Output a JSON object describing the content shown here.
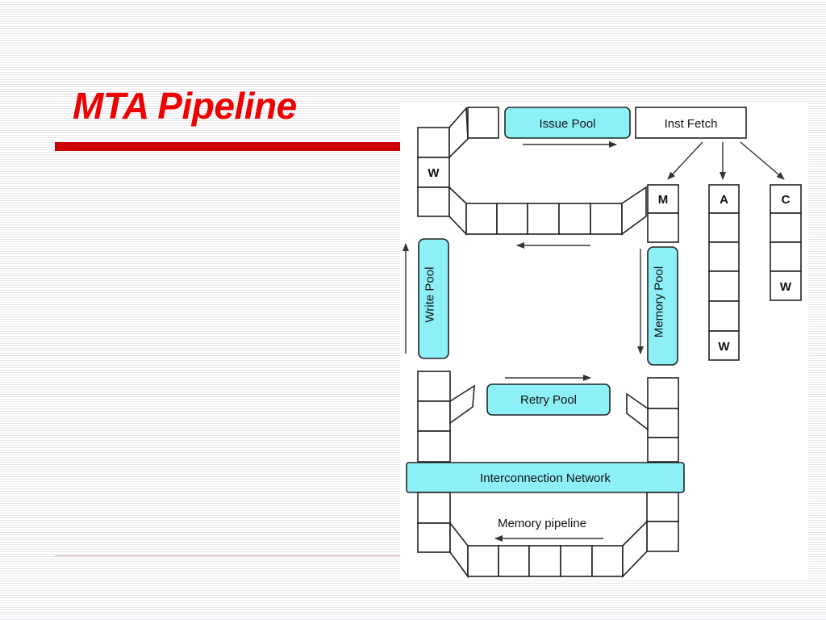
{
  "slide": {
    "title": "MTA Pipeline"
  },
  "diagram": {
    "pools": {
      "issue": "Issue Pool",
      "write": "Write Pool",
      "memory": "Memory Pool",
      "retry": "Retry Pool"
    },
    "inst_fetch": "Inst Fetch",
    "interconnect": "Interconnection Network",
    "memory_pipeline": "Memory pipeline",
    "units": {
      "m": "M",
      "a": "A",
      "c": "C"
    },
    "write_stage": "W"
  }
}
